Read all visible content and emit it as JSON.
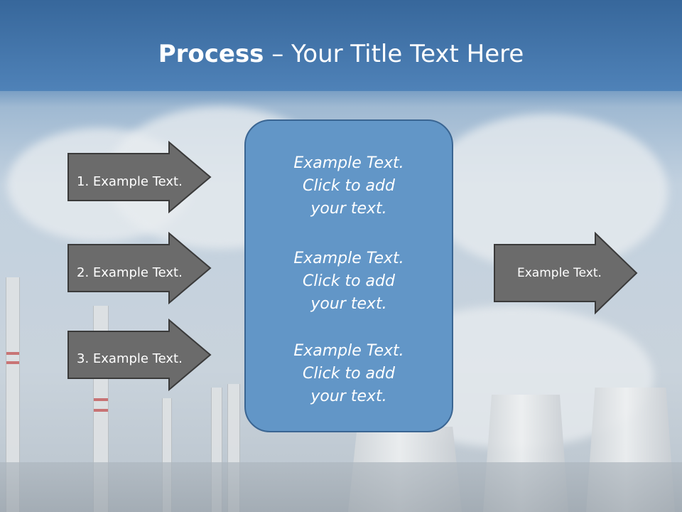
{
  "title": {
    "bold": "Process",
    "rest": " – Your Title Text Here"
  },
  "left_arrows": [
    {
      "label": "1. Example Text."
    },
    {
      "label": "2. Example Text."
    },
    {
      "label": "3. Example Text."
    }
  ],
  "center_panel": {
    "blocks": [
      {
        "line1": "Example Text.",
        "line2": "Click  to add",
        "line3": "your text."
      },
      {
        "line1": "Example Text.",
        "line2": "Click  to add",
        "line3": "your text."
      },
      {
        "line1": "Example Text.",
        "line2": "Click  to add",
        "line3": "your text."
      }
    ]
  },
  "right_arrow": {
    "label": "Example Text."
  },
  "colors": {
    "title_bar": "#4a7eb4",
    "arrow_fill": "#6b6b6b",
    "arrow_border": "#3a3a3a",
    "panel_fill": "#6296c7",
    "panel_border": "#3a6592"
  }
}
